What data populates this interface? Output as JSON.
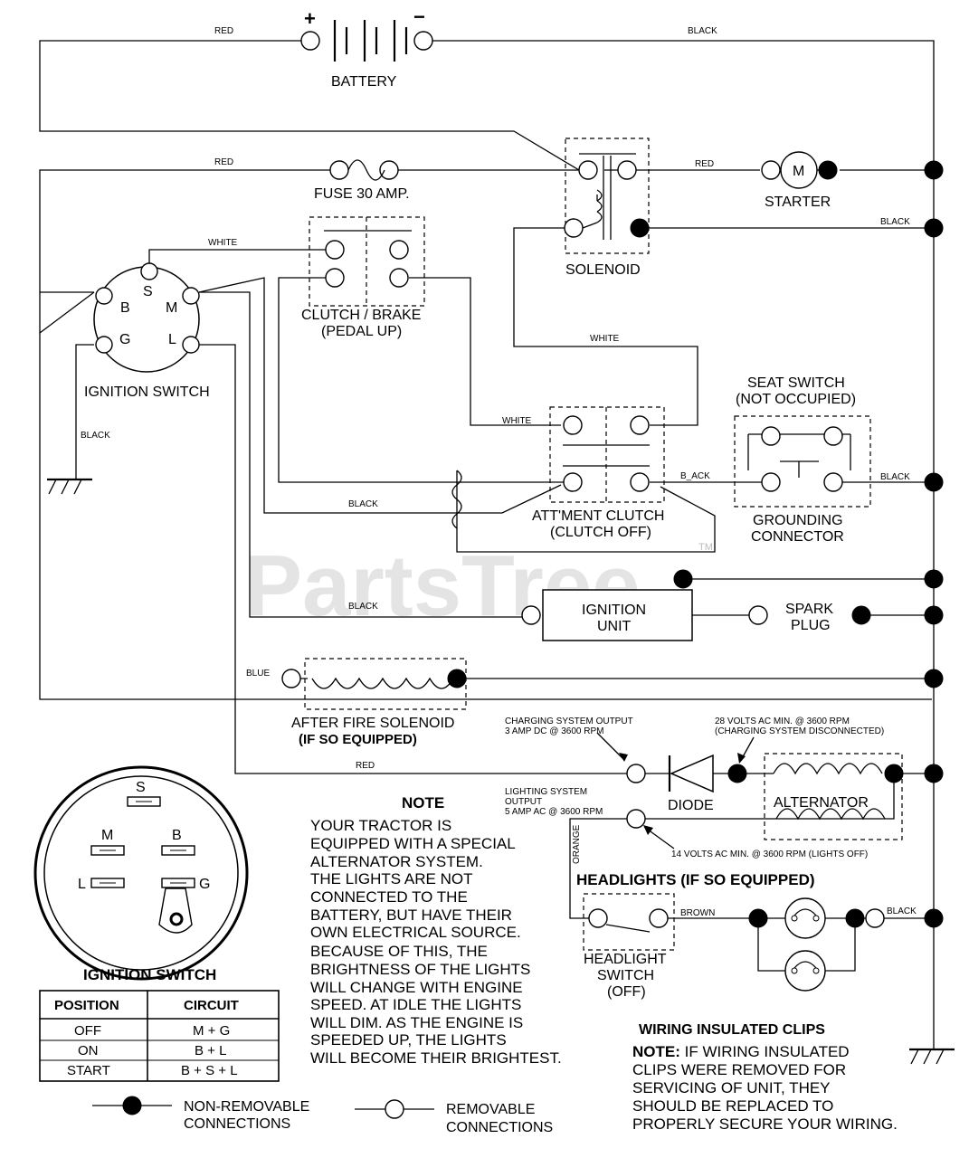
{
  "watermark": "PartsTree",
  "watermark_tm": "TM",
  "components": {
    "battery": "BATTERY",
    "battery_plus": "+",
    "battery_minus": "−",
    "fuse": "FUSE 30 AMP.",
    "solenoid": "SOLENOID",
    "starter": "STARTER",
    "starter_symbol": "M",
    "clutch_brake": "CLUTCH / BRAKE",
    "clutch_brake_sub": "(PEDAL UP)",
    "ignition_switch": "IGNITION SWITCH",
    "seat_switch": "SEAT SWITCH",
    "seat_switch_sub": "(NOT OCCUPIED)",
    "attment_clutch": "ATT'MENT CLUTCH",
    "attment_clutch_sub": "(CLUTCH OFF)",
    "grounding_connector": "GROUNDING",
    "grounding_connector_sub": "CONNECTOR",
    "ignition_unit": "IGNITION",
    "ignition_unit_sub": "UNIT",
    "spark_plug": "SPARK",
    "spark_plug_sub": "PLUG",
    "after_fire": "AFTER FIRE SOLENOID",
    "after_fire_sub": "(IF SO EQUIPPED)",
    "diode": "DIODE",
    "alternator": "ALTERNATOR",
    "headlights": "HEADLIGHTS (IF SO EQUIPPED)",
    "headlight_switch": "HEADLIGHT",
    "headlight_switch_sub": "SWITCH",
    "headlight_switch_sub2": "(OFF)"
  },
  "switch_terminals": {
    "s": "S",
    "b": "B",
    "m": "M",
    "g": "G",
    "l": "L"
  },
  "wires": {
    "red": "RED",
    "black": "BLACK",
    "white": "WHITE",
    "blue": "BLUE",
    "orange": "ORANGE",
    "brown": "BROWN",
    "black_alt": "B_ACK"
  },
  "specs": {
    "charging_output_1": "CHARGING SYSTEM OUTPUT",
    "charging_output_2": "3 AMP DC @ 3600 RPM",
    "ac28_1": "28 VOLTS AC MIN. @ 3600 RPM",
    "ac28_2": "(CHARGING SYSTEM DISCONNECTED)",
    "lighting_1": "LIGHTING SYSTEM",
    "lighting_2": "OUTPUT",
    "lighting_3": "5 AMP AC @ 3600 RPM",
    "ac14": "14 VOLTS AC MIN. @ 3600 RPM (LIGHTS OFF)"
  },
  "note": {
    "title": "NOTE",
    "lines": [
      "YOUR TRACTOR IS",
      "EQUIPPED WITH A SPECIAL",
      "ALTERNATOR SYSTEM.",
      "THE LIGHTS ARE NOT",
      "CONNECTED TO THE",
      "BATTERY, BUT HAVE THEIR",
      "OWN ELECTRICAL SOURCE.",
      "BECAUSE OF THIS, THE",
      "BRIGHTNESS OF THE LIGHTS",
      "WILL CHANGE WITH ENGINE",
      "SPEED.  AT IDLE THE LIGHTS",
      "WILL DIM.  AS THE ENGINE IS",
      "SPEEDED UP, THE LIGHTS",
      "WILL BECOME THEIR BRIGHTEST."
    ]
  },
  "clips": {
    "title": "WIRING INSULATED CLIPS",
    "note_label": "NOTE:",
    "line1": " IF WIRING INSULATED",
    "lines": [
      "CLIPS WERE REMOVED FOR",
      "SERVICING OF UNIT, THEY",
      "SHOULD BE REPLACED TO",
      "PROPERLY SECURE YOUR WIRING."
    ]
  },
  "ignition_table": {
    "title": "IGNITION SWITCH",
    "headers": [
      "POSITION",
      "CIRCUIT"
    ],
    "rows": [
      [
        "OFF",
        "M + G"
      ],
      [
        "ON",
        "B + L"
      ],
      [
        "START",
        "B + S + L"
      ]
    ]
  },
  "legend": {
    "non_removable_1": "NON-REMOVABLE",
    "non_removable_2": "CONNECTIONS",
    "removable_1": "REMOVABLE",
    "removable_2": "CONNECTIONS"
  }
}
